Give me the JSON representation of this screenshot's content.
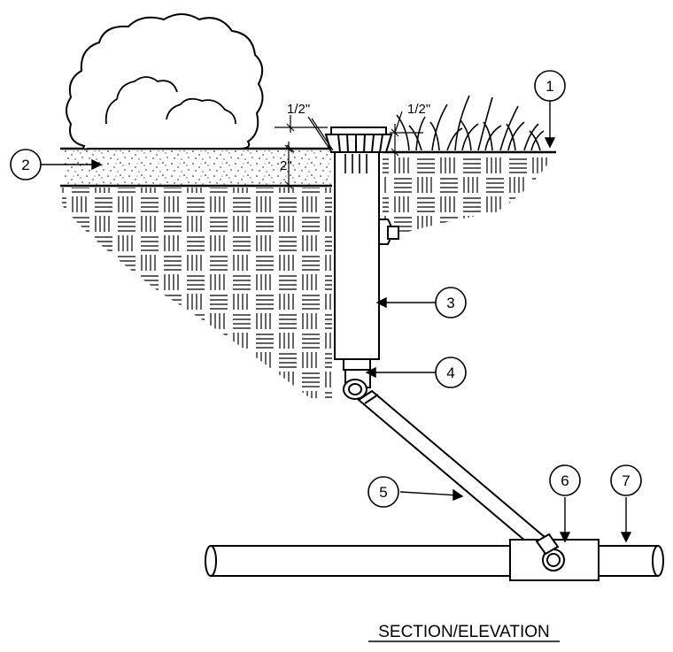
{
  "dimensions": {
    "left_half_inch": "1/2\"",
    "right_half_inch": "1/2\"",
    "two_inch": "2\""
  },
  "callouts": [
    {
      "number": "1"
    },
    {
      "number": "2"
    },
    {
      "number": "3"
    },
    {
      "number": "4"
    },
    {
      "number": "5"
    },
    {
      "number": "6"
    },
    {
      "number": "7"
    }
  ],
  "caption": "SECTION/ELEVATION",
  "colors": {
    "line": "#000000",
    "background": "#ffffff"
  }
}
